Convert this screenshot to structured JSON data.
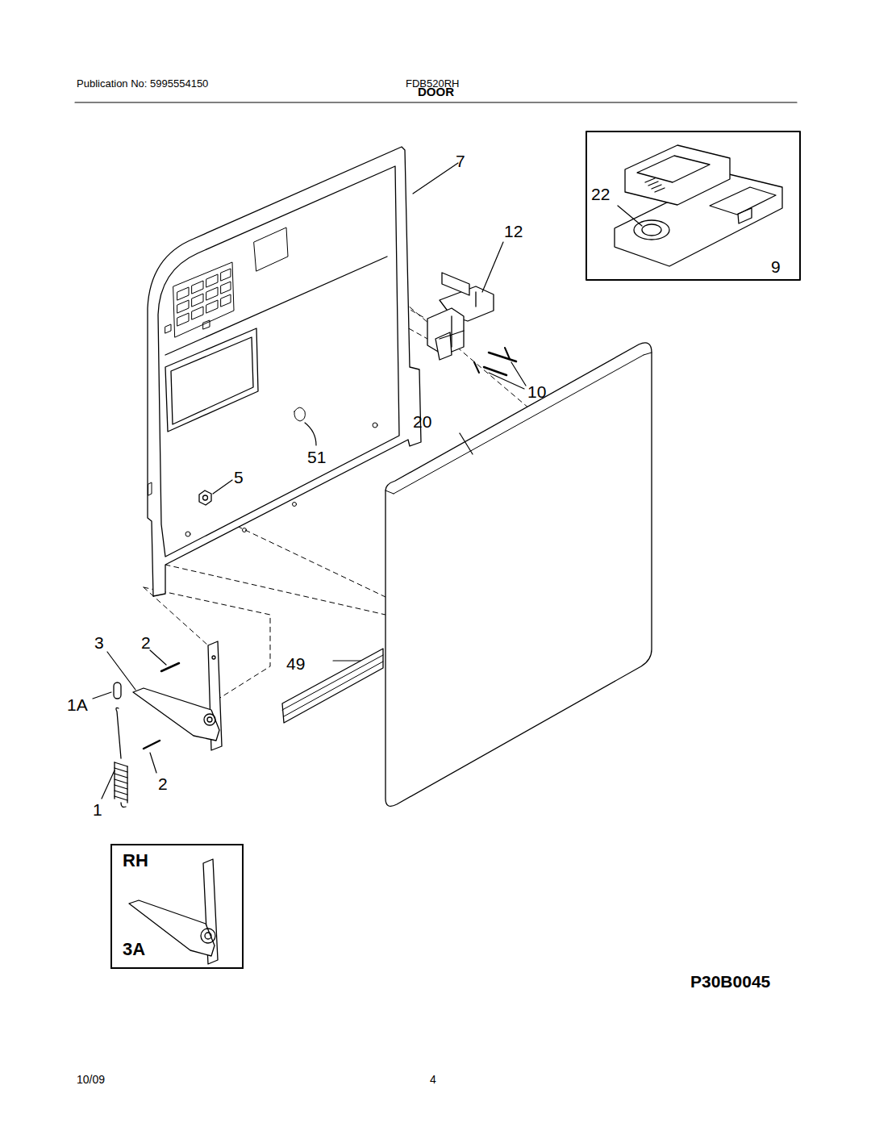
{
  "diagram": {
    "title": "DOOR",
    "nodes": [
      {
        "text": [
          "RH",
          "3A"
        ]
      }
    ],
    "labels": [
      "Publication No: 5995554150",
      "FDB520RH",
      "7",
      "22",
      "12",
      "9",
      "10",
      "20",
      "51",
      "5",
      "3",
      "2",
      "49",
      "1A",
      "2",
      "1",
      "P30B0045",
      "10/09",
      "4"
    ]
  }
}
